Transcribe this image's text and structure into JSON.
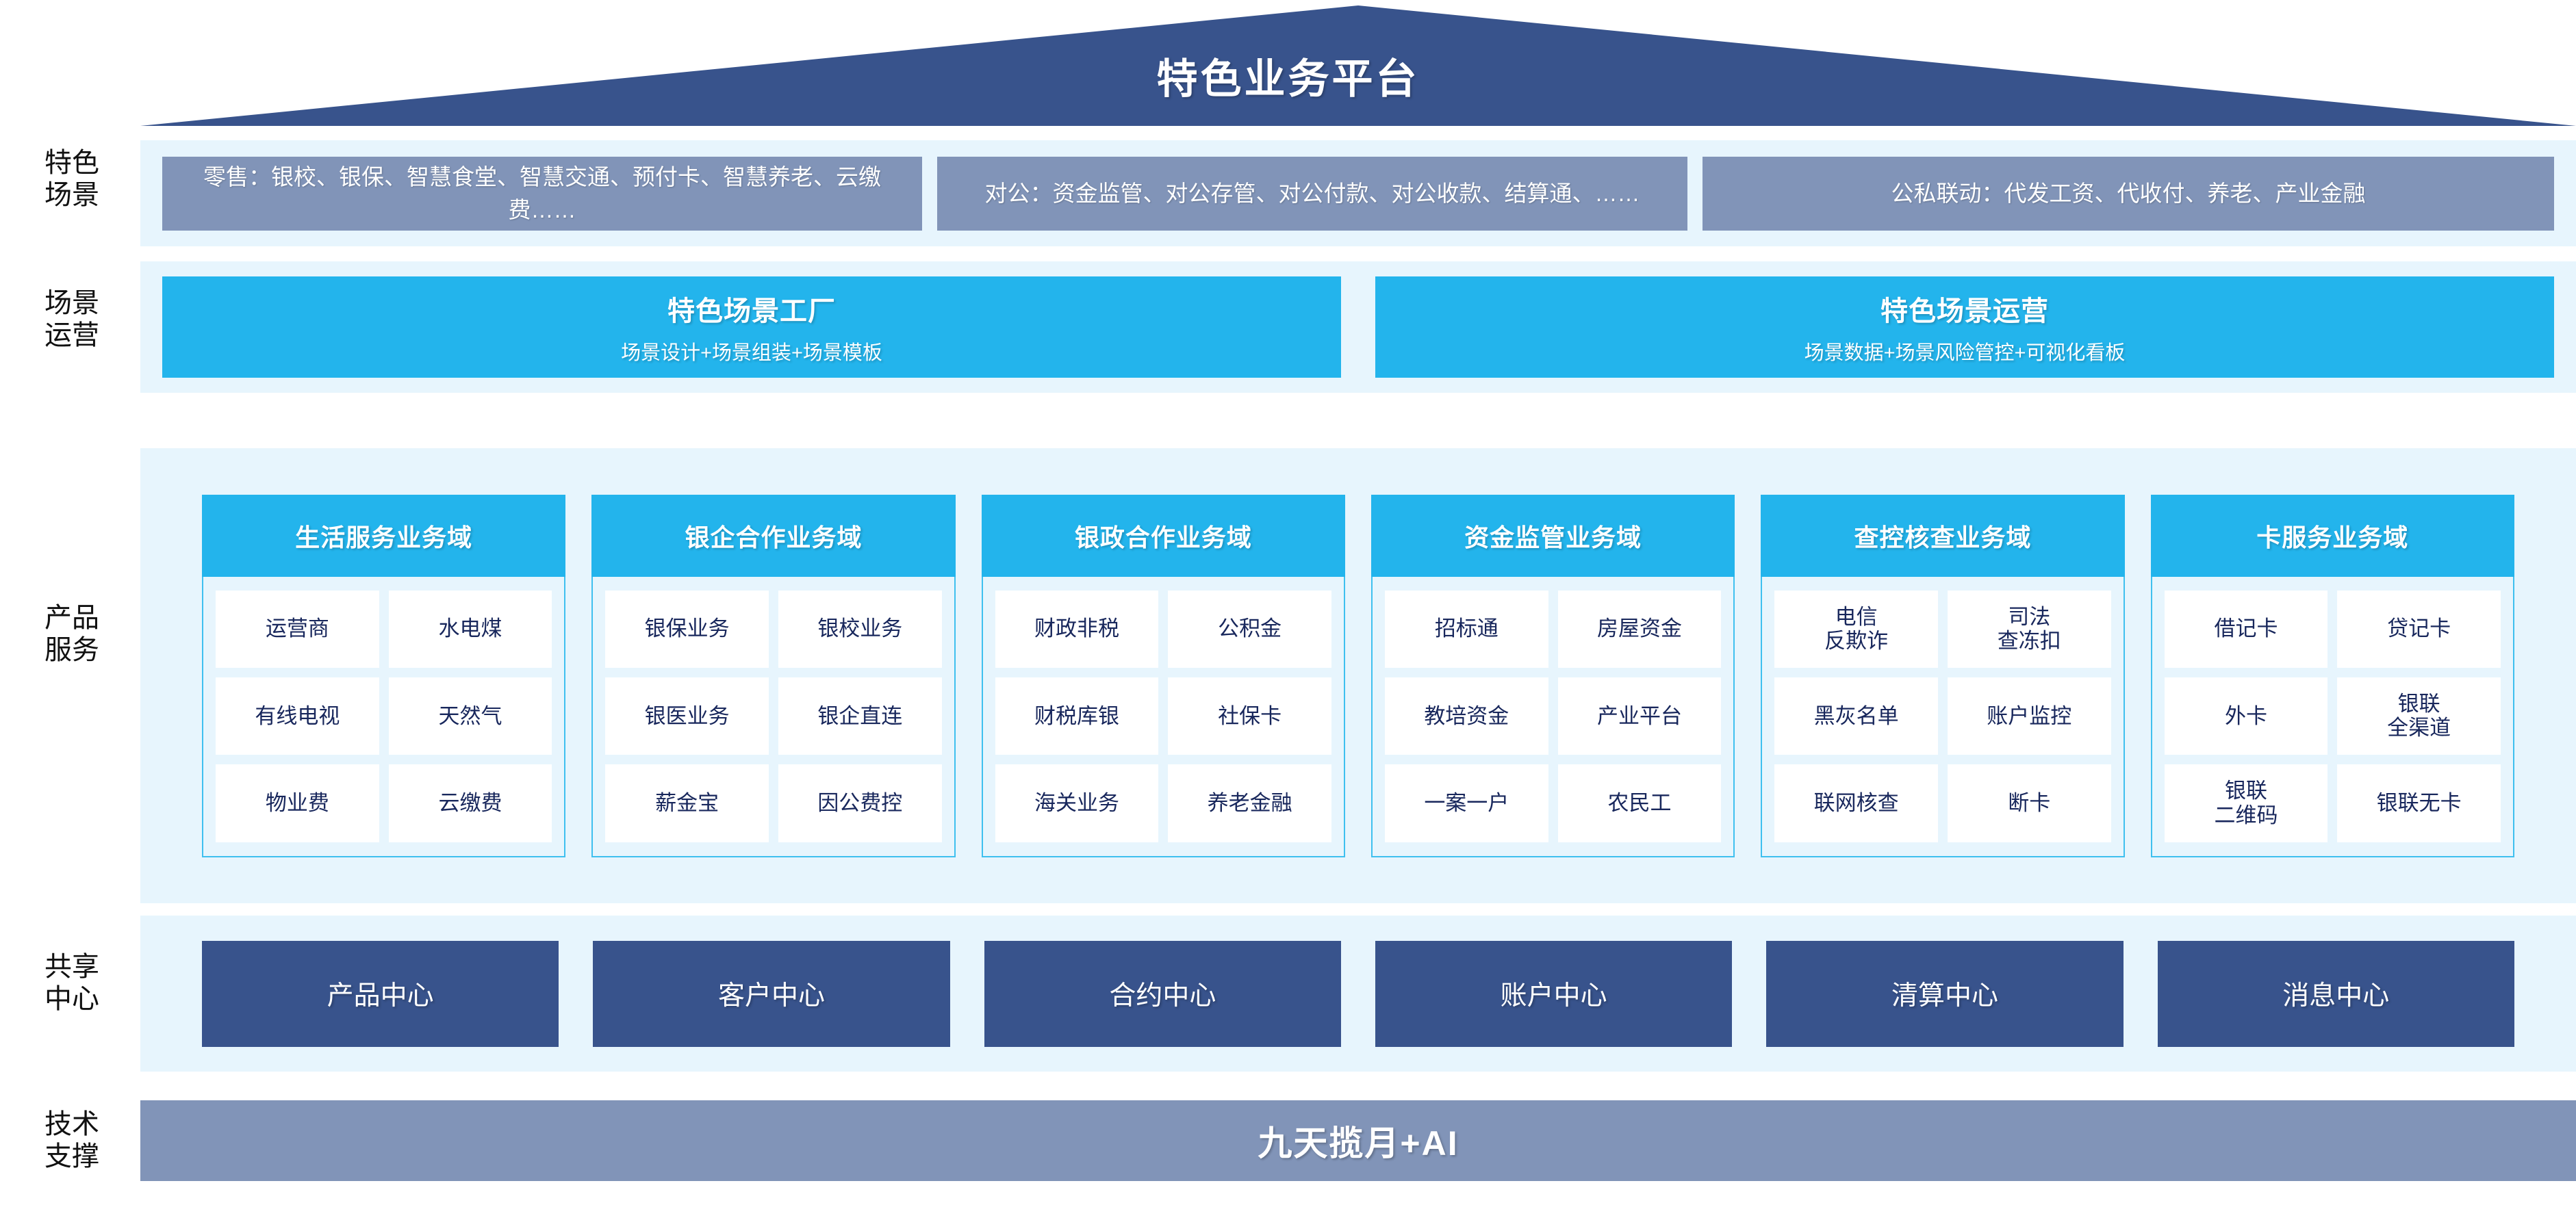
{
  "header": {
    "title": "特色业务平台"
  },
  "row_labels": {
    "scene": "特色\n场景",
    "operations": "场景\n运营",
    "product": "产品\n服务",
    "shared": "共享\n中心",
    "tech": "技术\n支撑"
  },
  "scene_layer": {
    "boxes": [
      {
        "name": "retail",
        "text": "零售：银校、银保、智慧食堂、智慧交通、预付卡、智慧养老、云缴费……"
      },
      {
        "name": "corporate",
        "text": "对公：资金监管、对公存管、对公付款、对公收款、结算通、……"
      },
      {
        "name": "public-private-linkage",
        "text": "公私联动：代发工资、代收付、养老、产业金融"
      }
    ]
  },
  "operations_layer": {
    "boxes": [
      {
        "title": "特色场景工厂",
        "subtitle": "场景设计+场景组装+场景模板"
      },
      {
        "title": "特色场景运营",
        "subtitle": "场景数据+场景风险管控+可视化看板"
      }
    ]
  },
  "product_layer": {
    "domains": [
      {
        "title": "生活服务业务域",
        "items": [
          "运营商",
          "水电煤",
          "有线电视",
          "天然气",
          "物业费",
          "云缴费"
        ]
      },
      {
        "title": "银企合作业务域",
        "items": [
          "银保业务",
          "银校业务",
          "银医业务",
          "银企直连",
          "薪金宝",
          "因公费控"
        ]
      },
      {
        "title": "银政合作业务域",
        "items": [
          "财政非税",
          "公积金",
          "财税库银",
          "社保卡",
          "海关业务",
          "养老金融"
        ]
      },
      {
        "title": "资金监管业务域",
        "items": [
          "招标通",
          "房屋资金",
          "教培资金",
          "产业平台",
          "一案一户",
          "农民工"
        ]
      },
      {
        "title": "查控核查业务域",
        "items": [
          "电信\n反欺诈",
          "司法\n查冻扣",
          "黑灰名单",
          "账户监控",
          "联网核查",
          "断卡"
        ]
      },
      {
        "title": "卡服务业务域",
        "items": [
          "借记卡",
          "贷记卡",
          "外卡",
          "银联\n全渠道",
          "银联\n二维码",
          "银联无卡"
        ]
      }
    ]
  },
  "shared_layer": {
    "centers": [
      "产品中心",
      "客户中心",
      "合约中心",
      "账户中心",
      "清算中心",
      "消息中心"
    ]
  },
  "tech_layer": {
    "label": "九天揽月+AI"
  },
  "colors": {
    "navy": "#38538c",
    "cyan": "#23b4ec",
    "slate": "#8194b8",
    "panel": "#e7f5fd",
    "cell_text": "#18275c"
  }
}
